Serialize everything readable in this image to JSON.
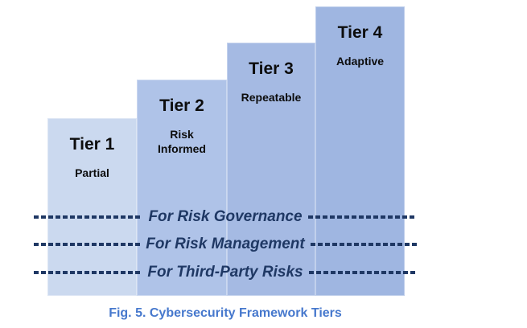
{
  "figure": {
    "caption": "Fig. 5. Cybersecurity Framework Tiers",
    "caption_color": "#4678cd",
    "background_color": "#ffffff"
  },
  "tiers": [
    {
      "label": "Tier 1",
      "sublabel": "Partial",
      "bar_color": "#cbd9ef",
      "relative_height": 1
    },
    {
      "label": "Tier 2",
      "sublabel": "Risk Informed",
      "bar_color": "#afc3e8",
      "relative_height": 2
    },
    {
      "label": "Tier 3",
      "sublabel": "Repeatable",
      "bar_color": "#a5bae3",
      "relative_height": 3
    },
    {
      "label": "Tier 4",
      "sublabel": "Adaptive",
      "bar_color": "#9fb6e1",
      "relative_height": 4
    }
  ],
  "overlay_lines": {
    "color": "#1f3864",
    "style": "dashed",
    "items": [
      {
        "label": "For Risk Governance"
      },
      {
        "label": "For Risk Management"
      },
      {
        "label": "For Third-Party Risks"
      }
    ]
  },
  "text_color": "#0d0d0d"
}
